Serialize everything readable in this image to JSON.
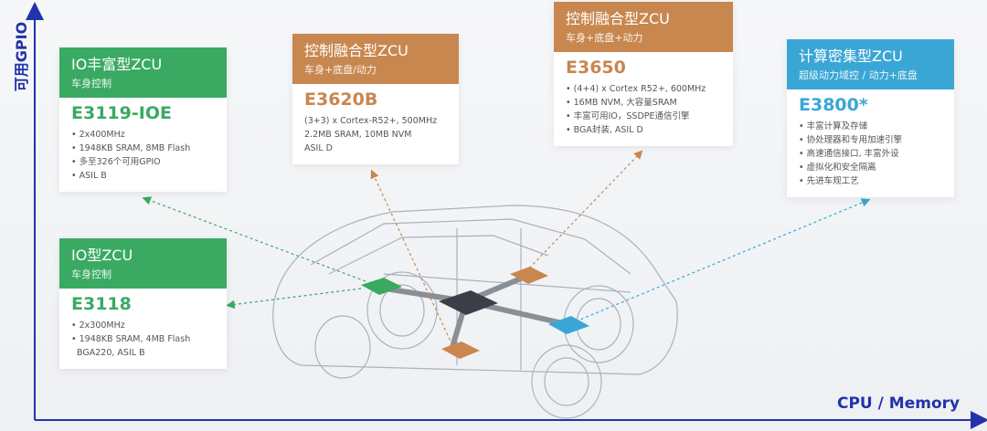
{
  "axes": {
    "y_label": "可用GPIO",
    "x_label": "CPU / Memory",
    "color": "#2233aa"
  },
  "cards": [
    {
      "title": "IO丰富型ZCU",
      "subtitle": "车身控制",
      "part": "E3119-IOE",
      "lines": [
        "• 2x400MHz",
        "• 1948KB SRAM, 8MB Flash",
        "• 多至326个可用GPIO",
        "• ASIL B"
      ],
      "color": "#3aaa62"
    },
    {
      "title": "控制融合型ZCU",
      "subtitle": "车身+底盘/动力",
      "part": "E3620B",
      "lines": [
        "(3+3) x Cortex-R52+, 500MHz",
        "2.2MB SRAM, 10MB NVM",
        "ASIL D"
      ],
      "color": "#c8874f"
    },
    {
      "title": "控制融合型ZCU",
      "subtitle": "车身+底盘+动力",
      "part": "E3650",
      "lines": [
        "• (4+4) x Cortex R52+, 600MHz",
        "• 16MB NVM, 大容量SRAM",
        "• 丰富可用IO，SSDPE通信引擎",
        "• BGA封装, ASIL D"
      ],
      "color": "#c8874f"
    },
    {
      "title": "计算密集型ZCU",
      "subtitle": "超级动力域控 / 动力+底盘",
      "part": "E3800*",
      "lines": [
        "• 丰富计算及存储",
        "• 协处理器和专用加速引擎",
        "• 高速通信接口, 丰富外设",
        "• 虚拟化和安全隔离",
        "• 先进车规工艺"
      ],
      "color": "#3aa6d6"
    },
    {
      "title": "IO型ZCU",
      "subtitle": "车身控制",
      "part": "E3118",
      "lines": [
        "• 2x300MHz",
        "• 1948KB SRAM, 4MB Flash",
        "  BGA220, ASIL B"
      ],
      "color": "#3aaa62"
    }
  ]
}
